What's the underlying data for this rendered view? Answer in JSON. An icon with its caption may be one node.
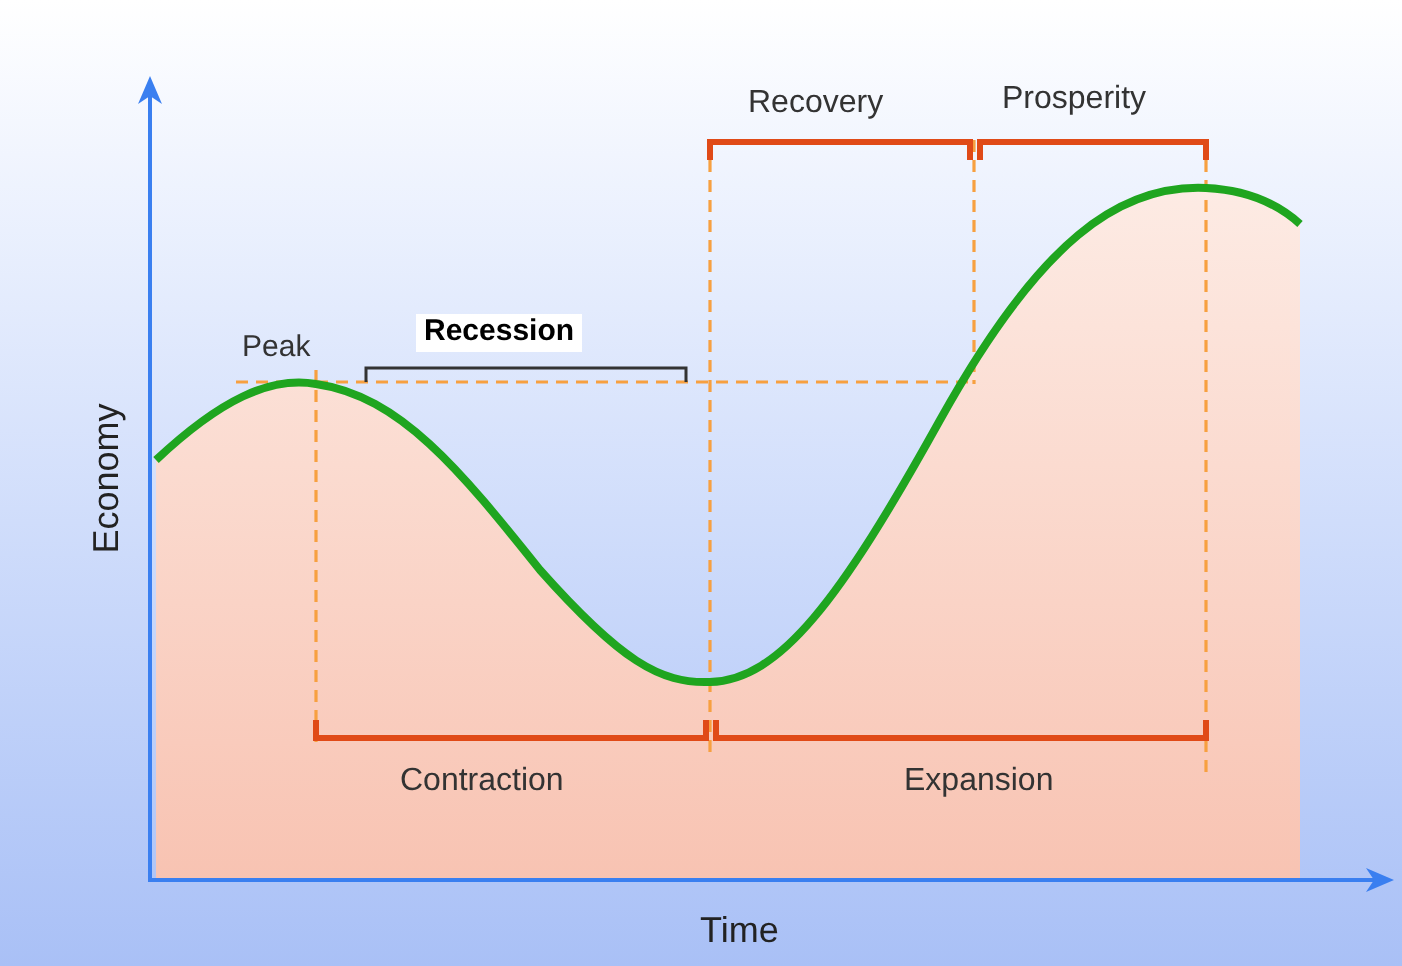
{
  "diagram": {
    "labels": [
      "Peak",
      "Recession",
      "Recovery",
      "Prosperity",
      "Contraction",
      "Expansion",
      "Economy",
      "Time"
    ]
  }
}
